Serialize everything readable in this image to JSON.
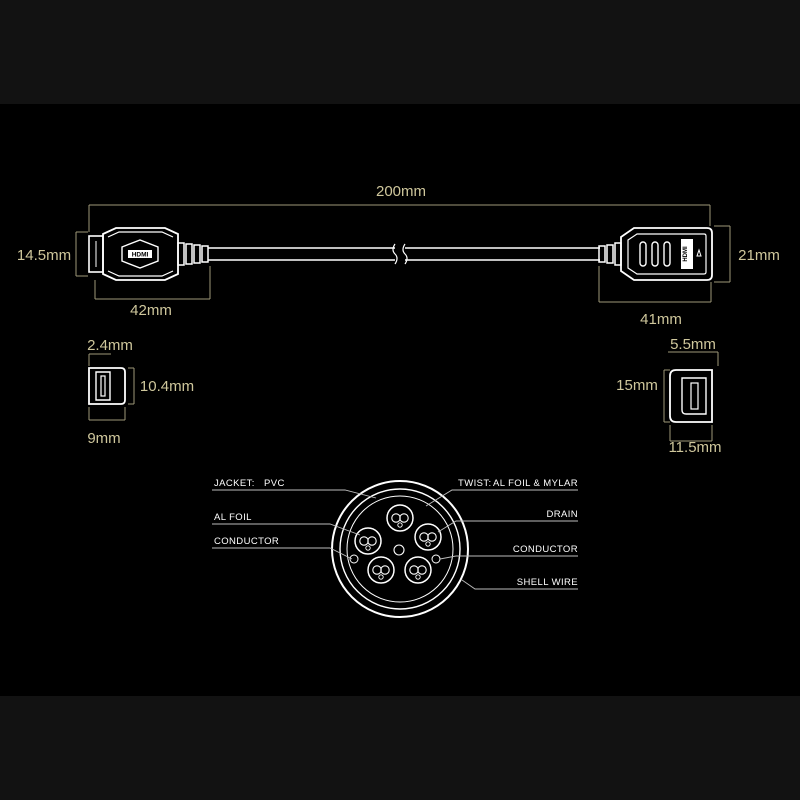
{
  "dimensions": {
    "total_length": "200mm",
    "left_plug_height": "14.5mm",
    "left_plug_length": "42mm",
    "right_plug_height": "21mm",
    "right_plug_length": "41mm",
    "left_face_width": "2.4mm",
    "left_face_height": "10.4mm",
    "left_face_depth": "9mm",
    "right_face_width": "5.5mm",
    "right_face_height": "15mm",
    "right_face_depth": "11.5mm"
  },
  "cross_section": {
    "jacket_label": "JACKET:",
    "jacket_material": "PVC",
    "al_foil": "AL FOIL",
    "conductor_left": "CONDUCTOR",
    "twist_label": "TWIST:",
    "twist_material": "AL FOIL & MYLAR",
    "drain": "DRAIN",
    "conductor_right": "CONDUCTOR",
    "shell_wire": "SHELL WIRE"
  },
  "connector_logo": "HDMI",
  "colors": {
    "background": "#000000",
    "frame": "#121212",
    "dimension_text": "#cfc79c",
    "drawing": "#ffffff"
  }
}
